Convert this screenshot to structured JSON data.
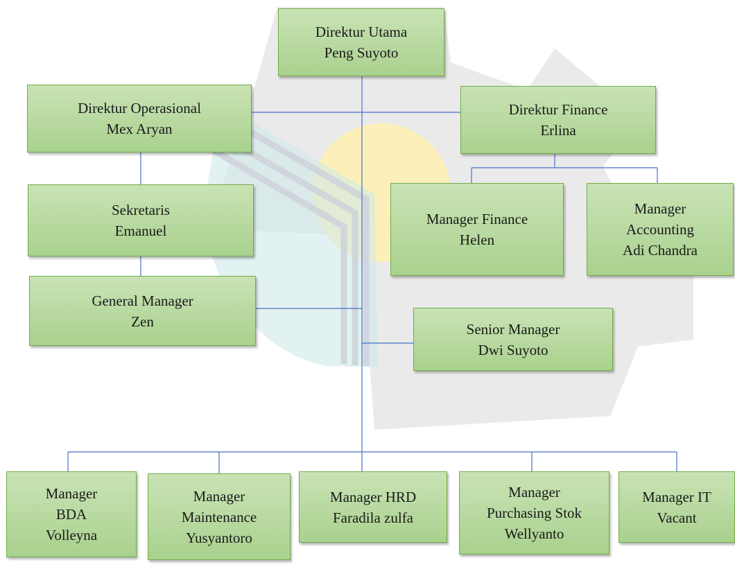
{
  "org_chart": {
    "director_main": {
      "line1": "Direktur Utama",
      "line2": "Peng Suyoto"
    },
    "director_ops": {
      "line1": "Direktur Operasional",
      "line2": "Mex Aryan"
    },
    "director_finance": {
      "line1": "Direktur Finance",
      "line2": "Erlina"
    },
    "secretary": {
      "line1": "Sekretaris",
      "line2": "Emanuel"
    },
    "manager_finance": {
      "line1": "Manager Finance",
      "line2": "Helen"
    },
    "manager_accounting": {
      "line1": "Manager",
      "line2": "Accounting",
      "line3": "Adi Chandra"
    },
    "general_manager": {
      "line1": "General Manager",
      "line2": "Zen"
    },
    "senior_manager": {
      "line1": "Senior Manager",
      "line2": "Dwi Suyoto"
    },
    "manager_bda": {
      "line1": "Manager",
      "line2": "BDA",
      "line3": "Volleyna"
    },
    "manager_maintenance": {
      "line1": "Manager",
      "line2": "Maintenance",
      "line3": "Yusyantoro"
    },
    "manager_hrd": {
      "line1": "Manager HRD",
      "line2": "Faradila zulfa"
    },
    "manager_purchasing": {
      "line1": "Manager",
      "line2": "Purchasing Stok",
      "line3": "Wellyanto"
    },
    "manager_it": {
      "line1": "Manager IT",
      "line2": "Vacant"
    }
  },
  "colors": {
    "box_fill_top": "#c9e3b5",
    "box_fill_bottom": "#a9d18e",
    "box_border": "#70ad47",
    "connector": "#4472c4"
  }
}
